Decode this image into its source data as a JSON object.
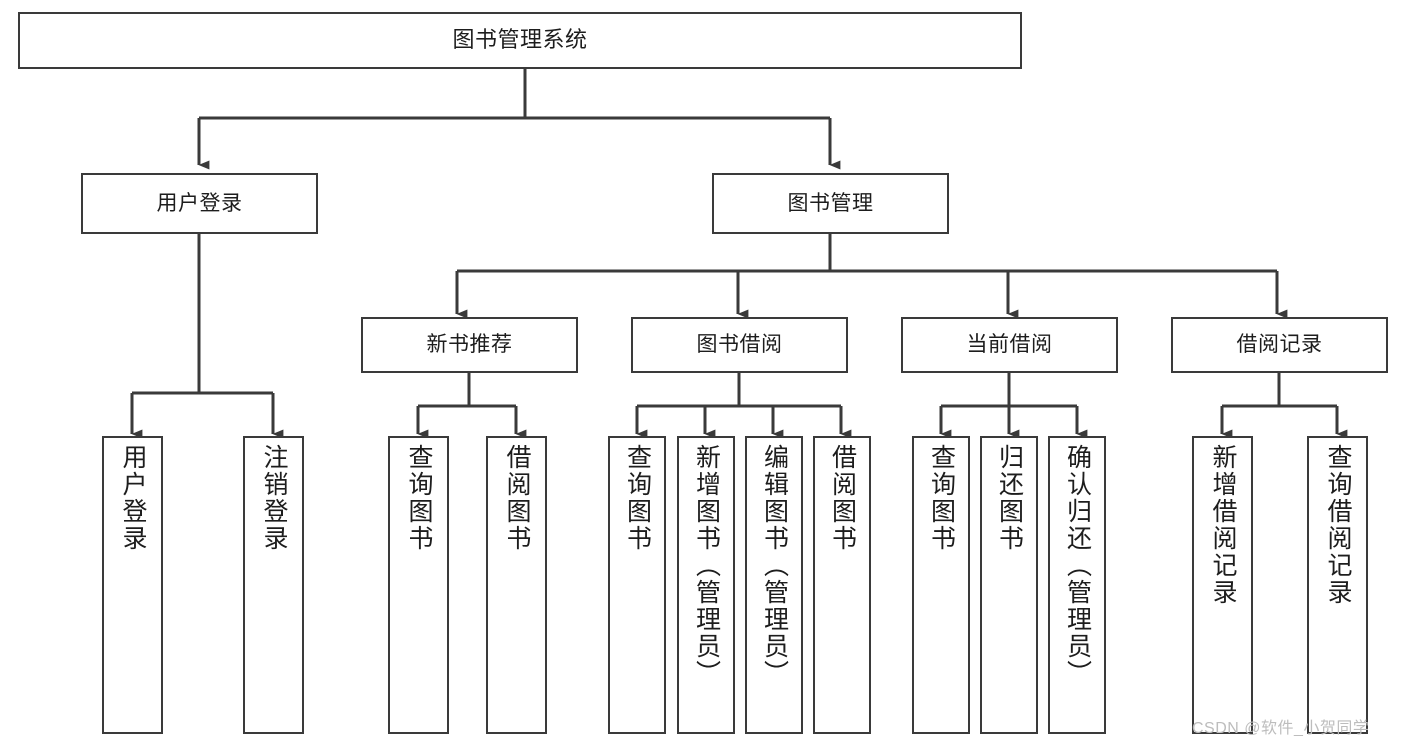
{
  "diagram": {
    "title": "图书管理系统",
    "type": "tree-hierarchy-chart",
    "root": {
      "label": "图书管理系统"
    },
    "level2": [
      {
        "label": "用户登录"
      },
      {
        "label": "图书管理"
      }
    ],
    "level3": [
      {
        "label": "新书推荐"
      },
      {
        "label": "图书借阅"
      },
      {
        "label": "当前借阅"
      },
      {
        "label": "借阅记录"
      }
    ],
    "leaves": {
      "user_login": [
        {
          "label": "用户登录"
        },
        {
          "label": "注销登录"
        }
      ],
      "new_book_recommend": [
        {
          "label": "查询图书"
        },
        {
          "label": "借阅图书"
        }
      ],
      "book_borrow": [
        {
          "label": "查询图书"
        },
        {
          "label": "新增图书（管理员）"
        },
        {
          "label": "编辑图书（管理员）"
        },
        {
          "label": "借阅图书"
        }
      ],
      "current_borrow": [
        {
          "label": "查询图书"
        },
        {
          "label": "归还图书"
        },
        {
          "label": "确认归还（管理员）"
        }
      ],
      "borrow_record": [
        {
          "label": "新增借阅记录"
        },
        {
          "label": "查询借阅记录"
        }
      ]
    }
  },
  "watermark": {
    "text": "CSDN @软件_小贺同学"
  },
  "colors": {
    "stroke": "#3a3a3a",
    "fill": "#ffffff",
    "text": "#1d1d1d",
    "watermark": "#bdbdbd"
  }
}
